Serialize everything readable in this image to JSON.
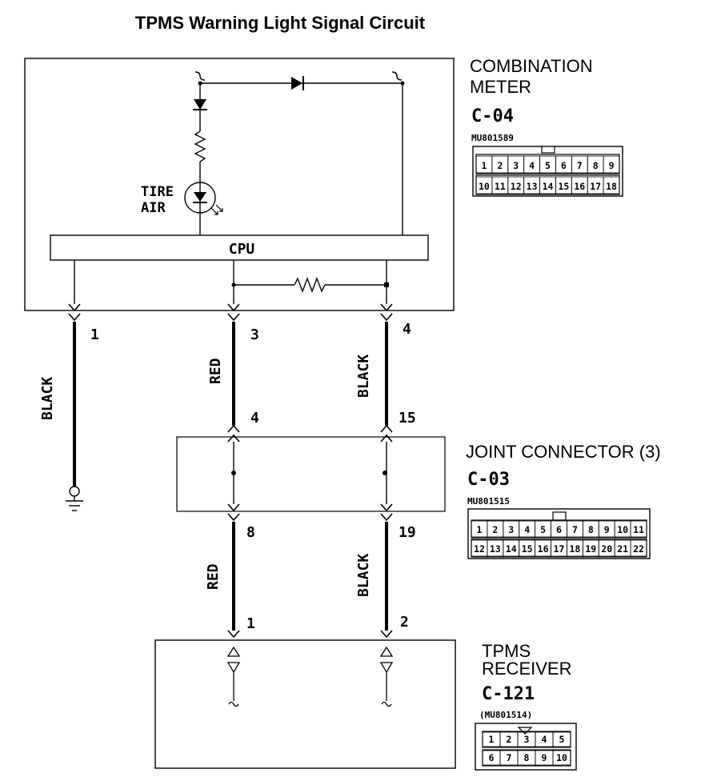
{
  "title": "TPMS Warning Light Signal Circuit",
  "combination_meter": {
    "name_line1": "COMBINATION",
    "name_line2": "METER",
    "connector_id": "C-04",
    "part_no": "MU801589",
    "cpu_label": "CPU",
    "lamp_label_line1": "TIRE",
    "lamp_label_line2": "AIR",
    "pins_row1": [
      "1",
      "2",
      "3",
      "4",
      "5",
      "6",
      "7",
      "8",
      "9"
    ],
    "pins_row2": [
      "10",
      "11",
      "12",
      "13",
      "14",
      "15",
      "16",
      "17",
      "18"
    ]
  },
  "joint_connector": {
    "name": "JOINT CONNECTOR (3)",
    "connector_id": "C-03",
    "part_no": "MU801515",
    "pins_row1": [
      "1",
      "2",
      "3",
      "4",
      "5",
      "6",
      "7",
      "8",
      "9",
      "10",
      "11"
    ],
    "pins_row2": [
      "12",
      "13",
      "14",
      "15",
      "16",
      "17",
      "18",
      "19",
      "20",
      "21",
      "22"
    ]
  },
  "tpms_receiver": {
    "name_line1": "TPMS",
    "name_line2": "RECEIVER",
    "connector_id": "C-121",
    "part_no": "(MU801514)",
    "pins_row1": [
      "1",
      "2",
      "3",
      "4",
      "5"
    ],
    "pins_row2": [
      "6",
      "7",
      "8",
      "9",
      "10"
    ]
  },
  "wires": {
    "ground_wire_color": "BLACK",
    "meter_pin1": "1",
    "meter_pin3": "3",
    "meter_pin4": "4",
    "wire_a_color_upper": "RED",
    "wire_b_color_upper": "BLACK",
    "joint_pin_a_in": "4",
    "joint_pin_b_in": "15",
    "joint_pin_a_out": "8",
    "joint_pin_b_out": "19",
    "wire_a_color_lower": "RED",
    "wire_b_color_lower": "BLACK",
    "receiver_pin_a": "1",
    "receiver_pin_b": "2"
  }
}
